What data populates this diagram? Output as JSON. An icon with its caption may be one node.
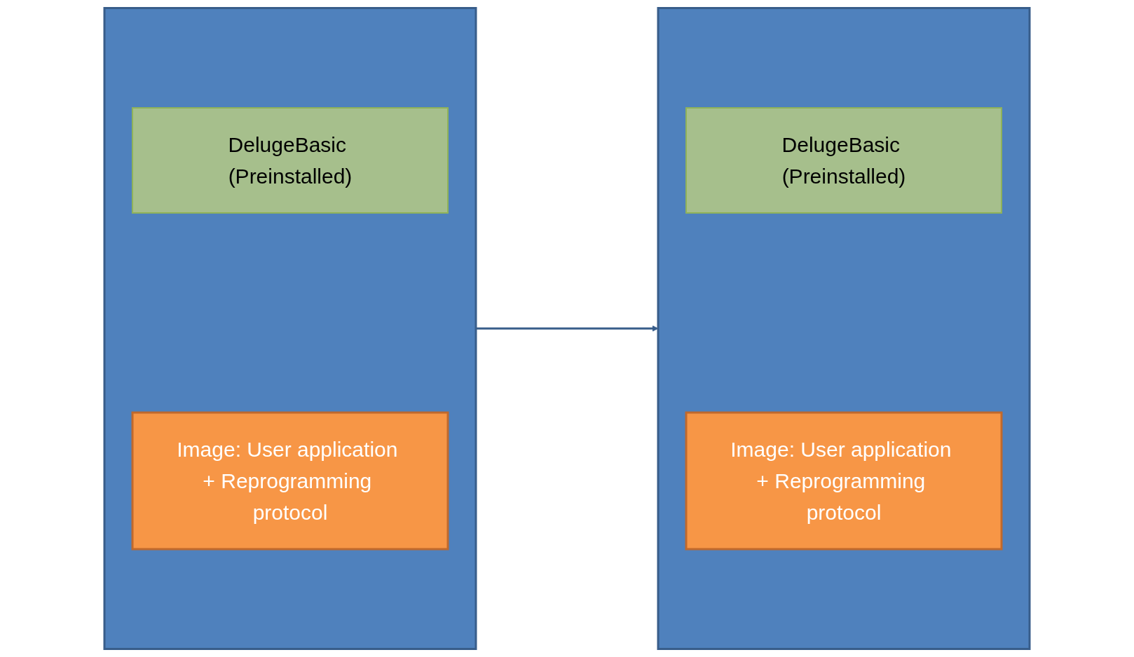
{
  "diagram": {
    "nodes": [
      {
        "text": [],
        "shape": "box"
      },
      {
        "text": [
          "DelugeBasic (Preinstalled)"
        ],
        "in": 0
      },
      {
        "text": [
          "Image: User application + Reprogramming protocol"
        ],
        "in": 0
      },
      {
        "text": [],
        "shape": "box"
      },
      {
        "text": [
          "DelugeBasic (Preinstalled)"
        ],
        "in": 3
      },
      {
        "text": [
          "Image: User application + Reprogramming protocol"
        ],
        "in": 3
      }
    ],
    "edges": [
      {
        "from": 0,
        "to": 3,
        "arrow": "to"
      }
    ]
  }
}
